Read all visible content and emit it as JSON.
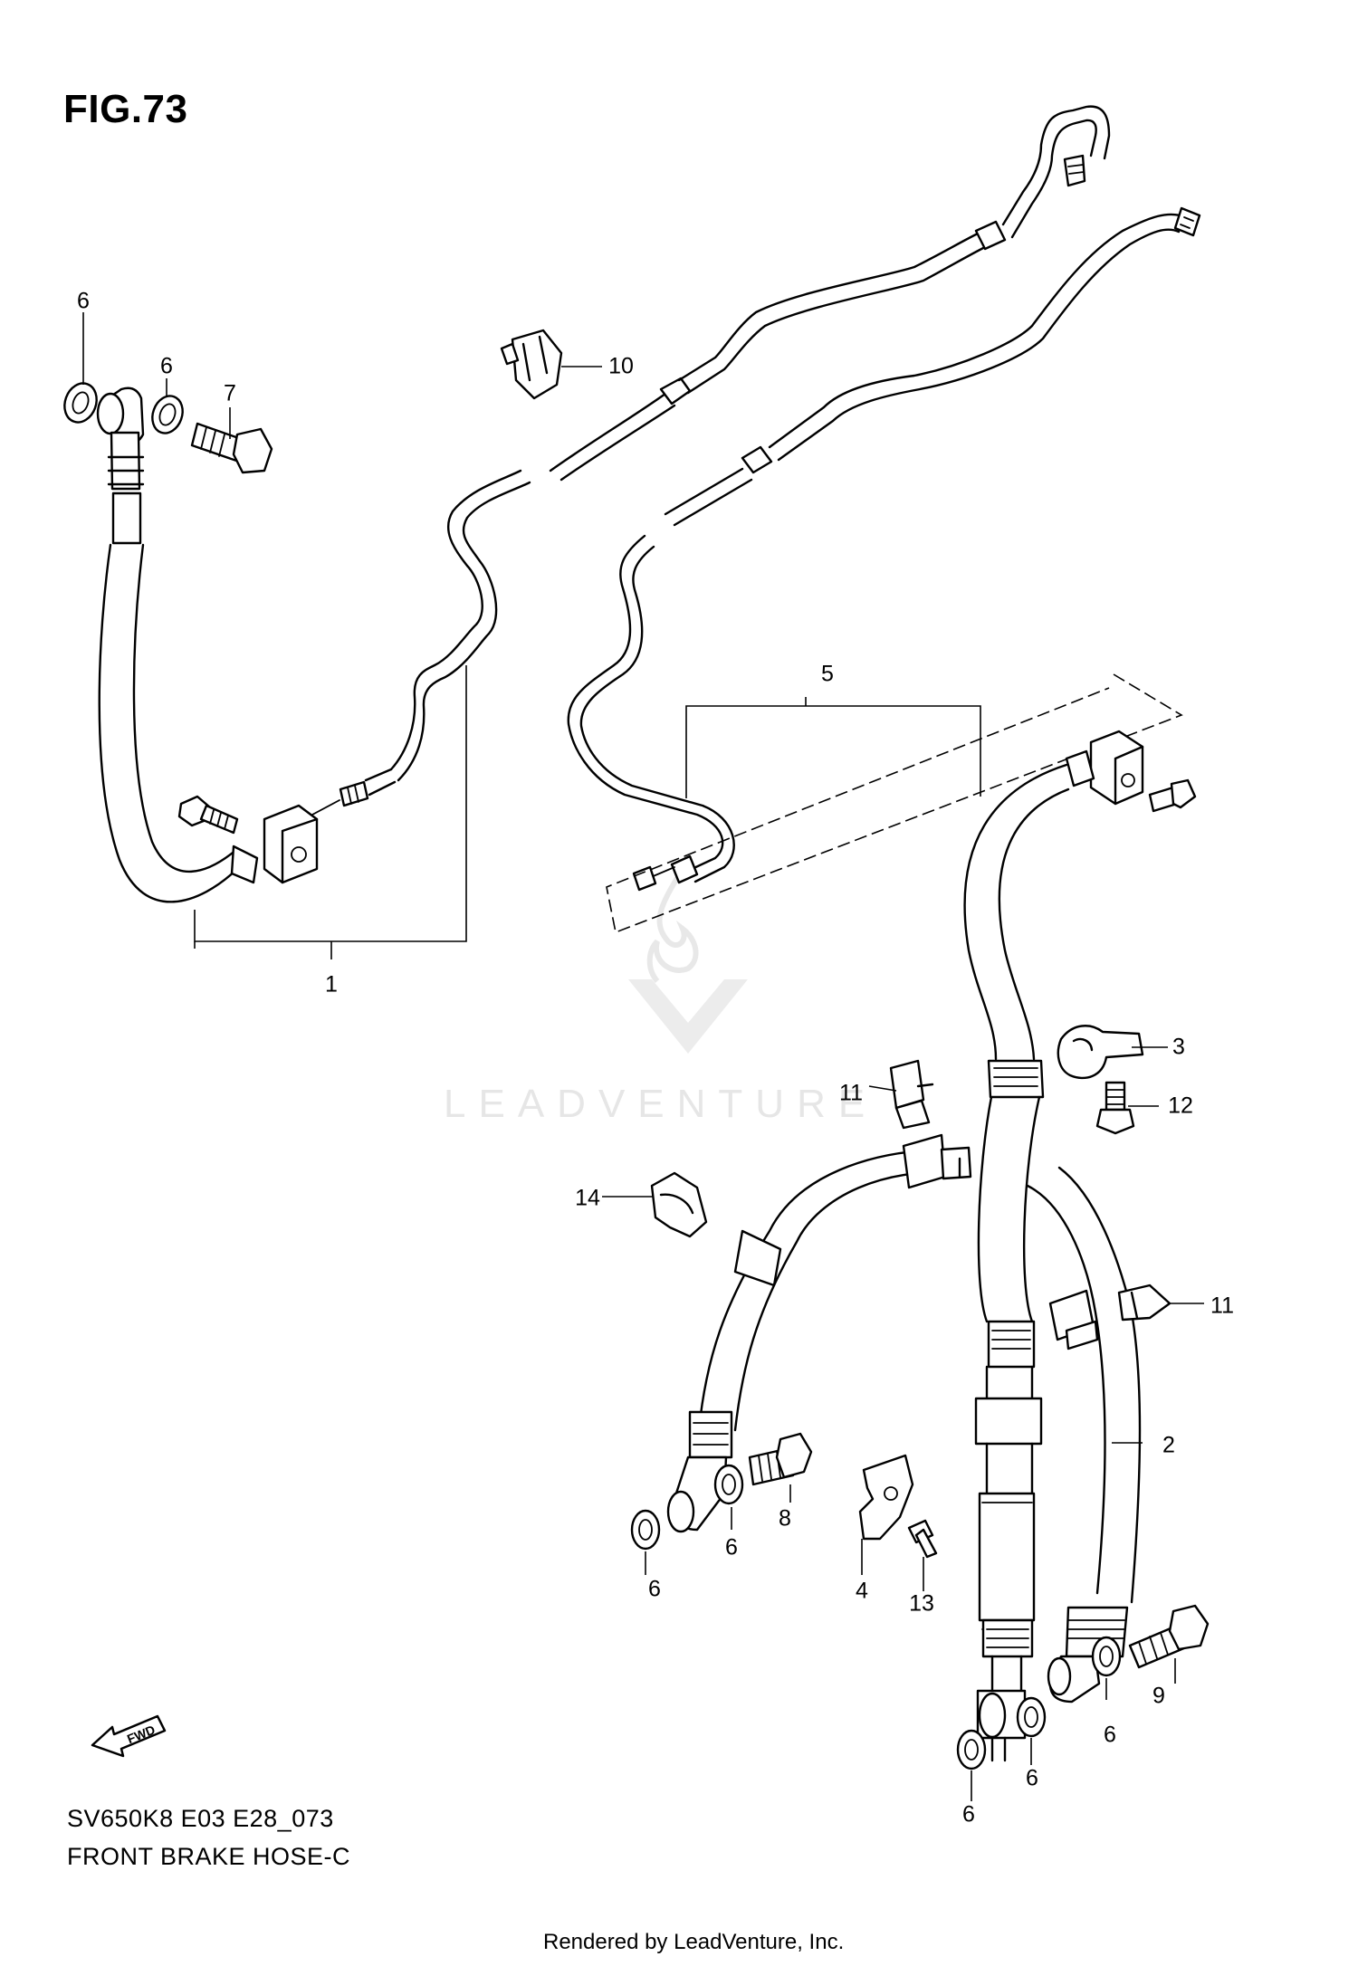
{
  "figure": {
    "title": "FIG.73",
    "model_code": "SV650K8 E03 E28_073",
    "caption": "FRONT BRAKE HOSE-C",
    "rendered_by": "Rendered by LeadVenture, Inc.",
    "watermark": "LEADVENTURE",
    "direction_arrow": "FWD"
  },
  "callouts": {
    "c1": "1",
    "c2": "2",
    "c3": "3",
    "c4": "4",
    "c5": "5",
    "c6a": "6",
    "c6b": "6",
    "c6c": "6",
    "c6d": "6",
    "c6e": "6",
    "c6f": "6",
    "c6g": "6",
    "c7": "7",
    "c8": "8",
    "c9": "9",
    "c10": "10",
    "c11a": "11",
    "c11b": "11",
    "c12": "12",
    "c13": "13",
    "c14": "14"
  },
  "icons": [
    "fwd-arrow-icon",
    "leadventure-logo-icon"
  ],
  "colors": {
    "line": "#000000",
    "background": "#ffffff",
    "watermark": "#e6e6e6"
  }
}
